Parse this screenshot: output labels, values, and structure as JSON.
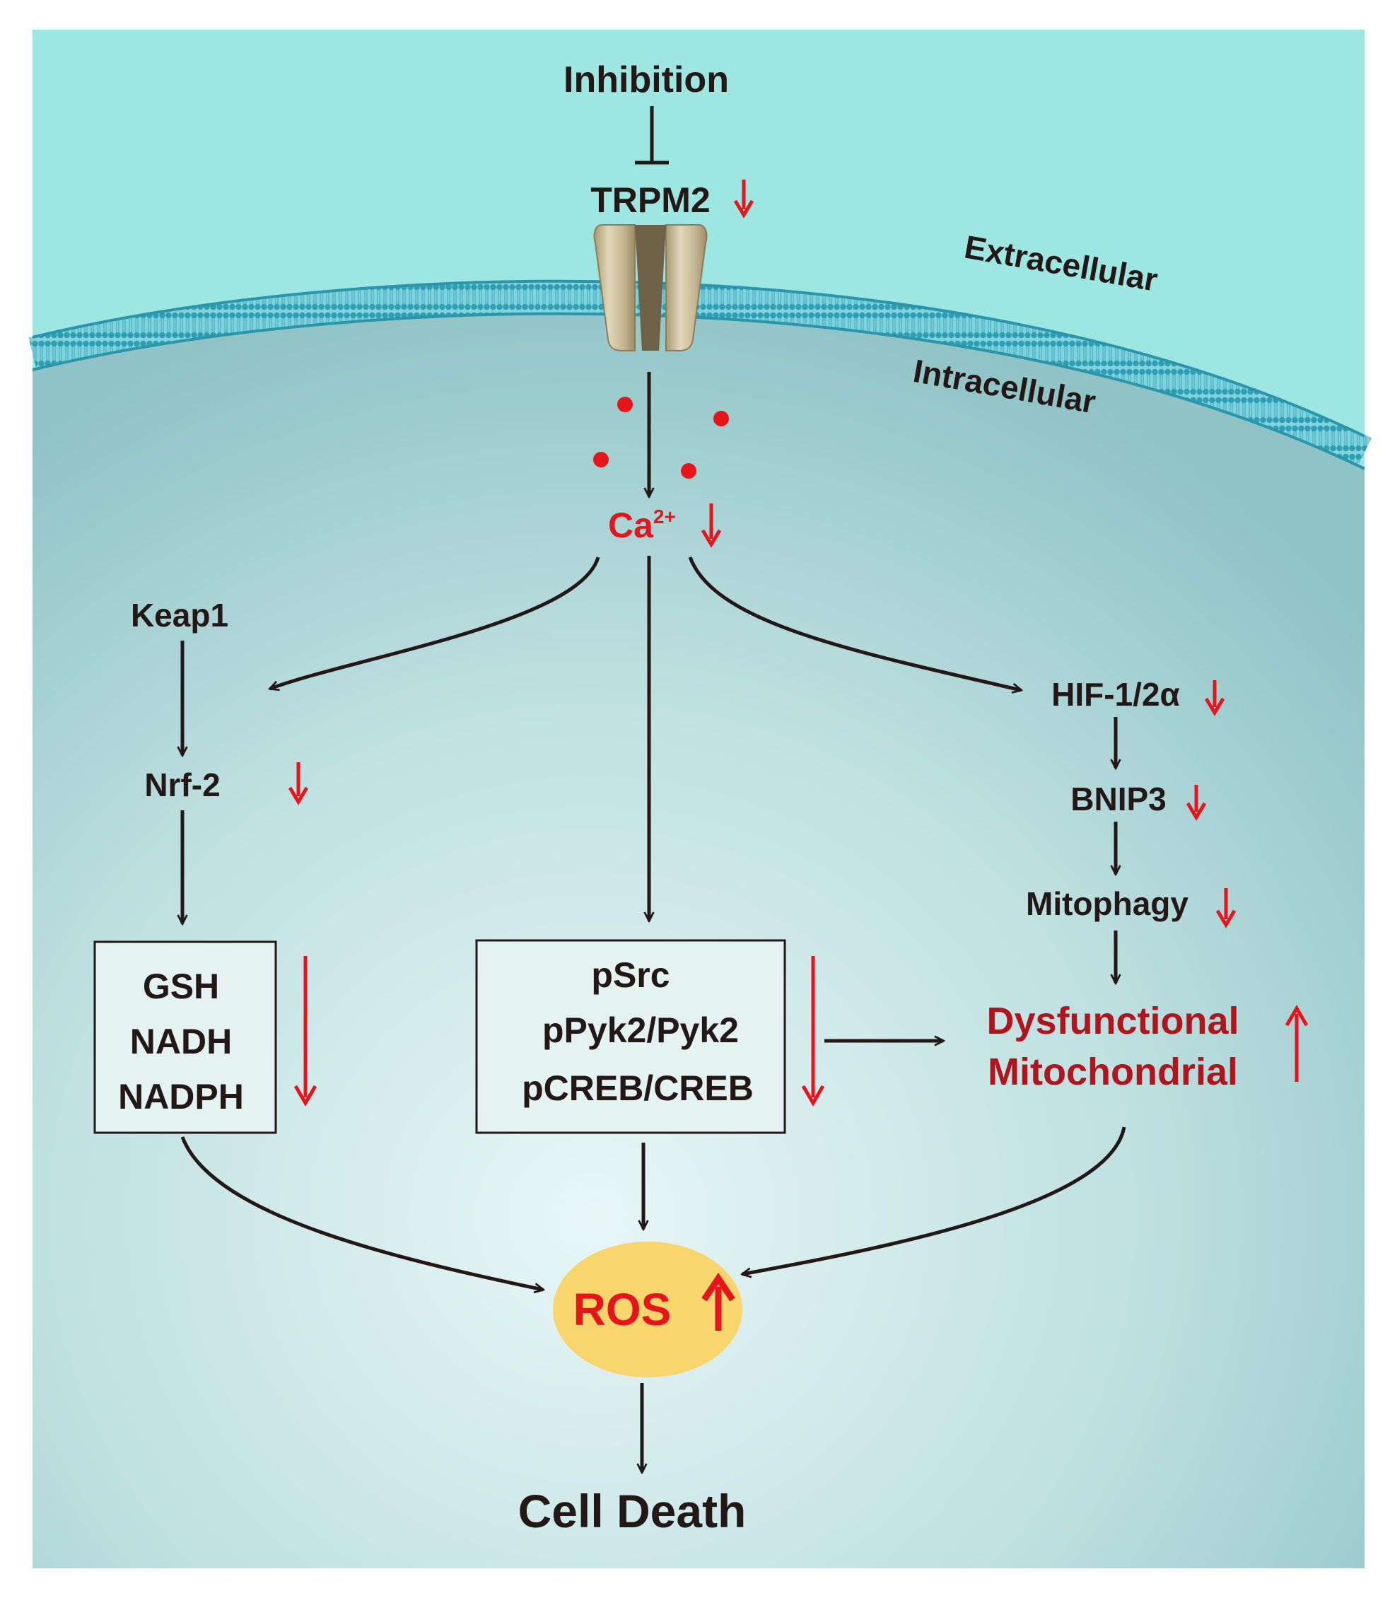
{
  "colors": {
    "background_top": "#9ee6e2",
    "cell_center": "#e6f5f5",
    "cell_edge": "#8fc6c8",
    "membrane": "#3aa3b6",
    "arrow": "#231815",
    "red": "#e8141c",
    "dark_red": "#b0141c",
    "ros_fill": "#f9d56e",
    "channel": "#cdbf9c",
    "box_fill": "#e4f2f2"
  },
  "labels": {
    "inhibition": "Inhibition",
    "trpm2": "TRPM2",
    "extracellular": "Extracellular",
    "intracellular": "Intracellular",
    "calcium": "Ca",
    "calcium_charge": "2+",
    "keap1": "Keap1",
    "nrf2": "Nrf-2",
    "hif": "HIF-1/2α",
    "bnip3": "BNIP3",
    "mitophagy": "Mitophagy",
    "dysfunctional": "Dysfunctional",
    "mitochondrial": "Mitochondrial",
    "ros": "ROS",
    "cell_death": "Cell Death"
  },
  "left_box": [
    "GSH",
    "NADH",
    "NADPH"
  ],
  "center_box": [
    "pSrc",
    "pPyk2/Pyk2",
    "pCREB/CREB"
  ],
  "icons": {
    "channel": "ion-channel-icon",
    "calcium_ions": "calcium-ion-dots",
    "down_arrow": "red-down-arrow-icon",
    "up_arrow": "red-up-arrow-icon"
  }
}
